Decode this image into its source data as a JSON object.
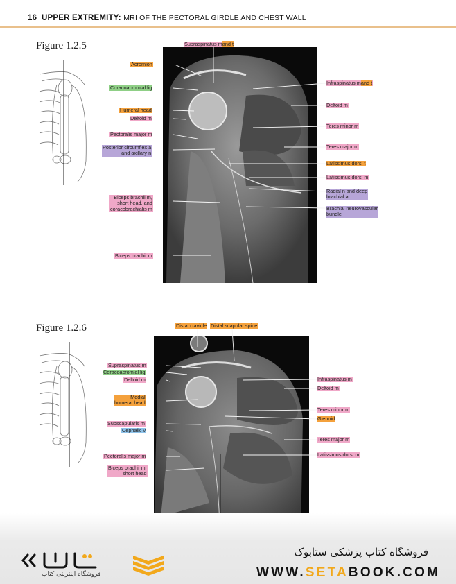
{
  "header": {
    "page_number": "16",
    "section": "UPPER EXTREMITY:",
    "subtitle": "MRI OF THE PECTORAL GIRDLE AND CHEST WALL"
  },
  "figure1": {
    "title": "Figure 1.2.5",
    "labels": {
      "supraspinatus_a": "Supraspinatus m",
      "supraspinatus_b": "and t",
      "acromion": "Acromion",
      "coracoacromial": "Coracoacromial lig",
      "humeral_head": "Humeral head",
      "deltoid_left": "Deltoid m",
      "pectoralis": "Pectoralis major m",
      "circumflex": "Posterior circumflex a\nand axillary n",
      "biceps_short": "Biceps brachii m,\nshort head, and\ncoracobrachialis m",
      "biceps": "Biceps brachii m",
      "infraspinatus_a": "Infraspinatus m",
      "infraspinatus_b": "and t",
      "deltoid_right": "Deltoid m",
      "teres_minor": "Teres minor m",
      "teres_major": "Teres major m",
      "latissimus_t": "Latissimus dorsi t",
      "latissimus_m": "Latissimus dorsi m",
      "radial": "Radial n and deep\nbrachial a",
      "brachial": "Brachial neurovascular\nbundle"
    }
  },
  "figure2": {
    "title": "Figure 1.2.6",
    "labels": {
      "distal_clavicle": "Distal clavicle",
      "distal_scapular": "Distal scapular spine",
      "supraspinatus": "Supraspinatus m",
      "coracoacromial": "Coracoacromial lig",
      "deltoid_left": "Deltoid m",
      "medial_humeral": "Medial\nhumeral head",
      "subscapularis": "Subscapularis m",
      "cephalic": "Cephalic v",
      "pectoralis": "Pectoralis major m",
      "biceps_short": "Biceps brachii m,\nshort head",
      "infraspinatus": "Infraspinatus m",
      "deltoid_right": "Deltoid m",
      "teres_minor": "Teres minor m",
      "glenoid": "Glenoid",
      "teres_major": "Teres major m",
      "latissimus": "Latissimus dorsi m"
    }
  },
  "footer": {
    "logo_text": "فروشگاه اینترنتی کتاب",
    "store_name": "فروشگاه کتاب پزشکی ستابوک",
    "website_pre": "WWW.",
    "website_accent": "SETA",
    "website_post": "BOOK.COM"
  },
  "colors": {
    "muscle_label": "#f0a8c8",
    "bone_label": "#f4a13c",
    "ligament_label": "#8fcf86",
    "nerve_label": "#b7a6d8",
    "vein_label": "#8fc3ea",
    "header_rule": "#e9c08c",
    "brand_accent": "#f2a81b"
  }
}
